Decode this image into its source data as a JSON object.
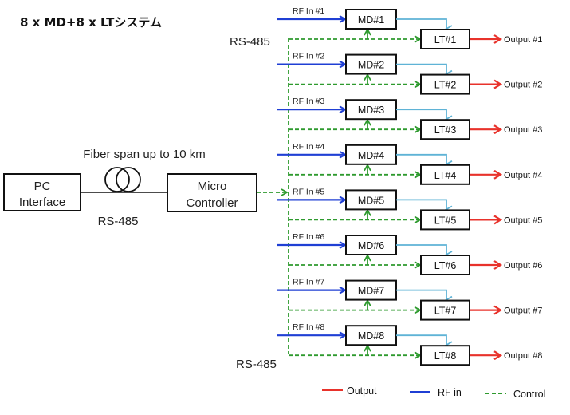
{
  "title": "8 x MD+8 x LTシステム",
  "colors": {
    "output": "#e8322b",
    "rf_in": "#1f3fd4",
    "control": "#2e9a2e",
    "md_to_lt": "#5fb3d6",
    "box_stroke": "#111111"
  },
  "left": {
    "pc_interface": [
      "PC",
      "Interface"
    ],
    "fiber_label": "Fiber span up to 10 km",
    "rs485_label": "RS-485",
    "micro_controller": [
      "Micro",
      "Controller"
    ]
  },
  "bus": {
    "rs485_top": "RS-485",
    "rs485_bottom": "RS-485"
  },
  "channels": [
    {
      "rf_in": "RF In #1",
      "md": "MD#1",
      "lt": "LT#1",
      "output": "Output #1"
    },
    {
      "rf_in": "RF In #2",
      "md": "MD#2",
      "lt": "LT#2",
      "output": "Output #2"
    },
    {
      "rf_in": "RF In #3",
      "md": "MD#3",
      "lt": "LT#3",
      "output": "Output #3"
    },
    {
      "rf_in": "RF In #4",
      "md": "MD#4",
      "lt": "LT#4",
      "output": "Output #4"
    },
    {
      "rf_in": "RF In #5",
      "md": "MD#5",
      "lt": "LT#5",
      "output": "Output #5"
    },
    {
      "rf_in": "RF In #6",
      "md": "MD#6",
      "lt": "LT#6",
      "output": "Output #6"
    },
    {
      "rf_in": "RF In #7",
      "md": "MD#7",
      "lt": "LT#7",
      "output": "Output #7"
    },
    {
      "rf_in": "RF In #8",
      "md": "MD#8",
      "lt": "LT#8",
      "output": "Output #8"
    }
  ],
  "legend": {
    "output": "Output",
    "rf_in": "RF in",
    "control": "Control"
  }
}
